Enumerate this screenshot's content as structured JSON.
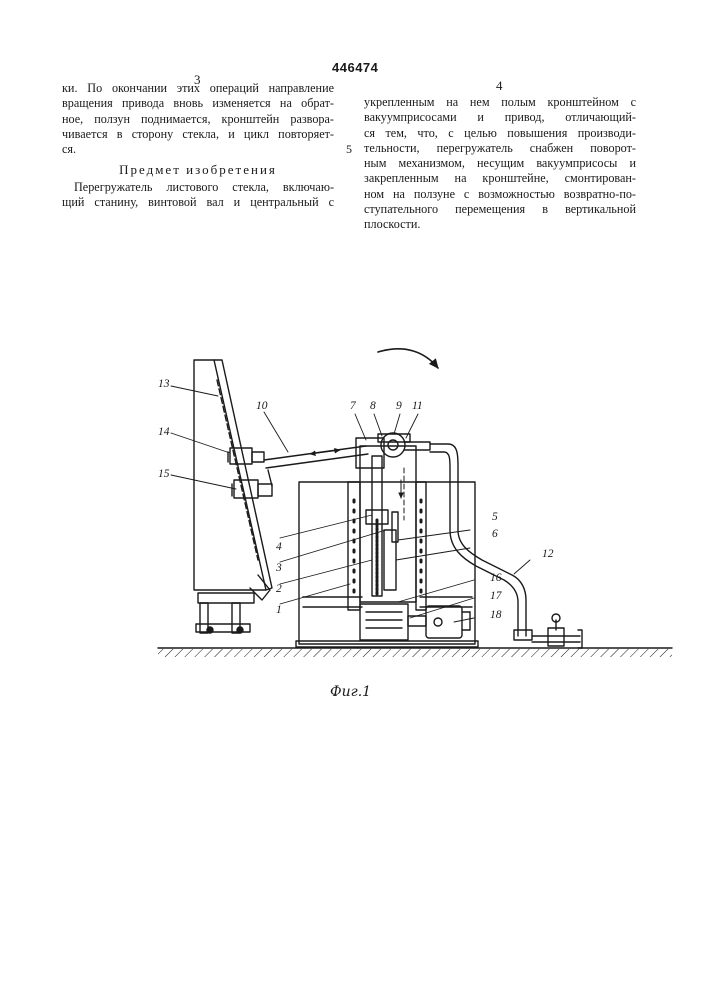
{
  "header": {
    "patent_number": "446474",
    "left_column_number": "3",
    "right_column_number": "4"
  },
  "left_column": {
    "lines": [
      "ки. По окончании этих операций направление",
      "вращения привода вновь изменяется на обрат-",
      "ное, ползун поднимается, кронштейн развора-",
      "чивается в сторону стекла, и цикл повторяет-",
      "ся."
    ],
    "heading": "Предмет изобретения",
    "claim_lines": [
      "Перегружатель листового стекла, включаю-",
      "щий станину, винтовой вал и центральный с"
    ]
  },
  "right_column": {
    "lines": [
      "укрепленным на нем полым кронштейном с",
      "вакуумприсосами и привод, отличающий-",
      "ся тем, что, с целью повышения производи-",
      "тельности, перегружатель снабжен поворот-",
      "ным механизмом, несущим вакуумприсосы и",
      "закрепленным на кронштейне, смонтирован-",
      "ном на ползуне с возможностью возвратно-по-",
      "ступательного перемещения в вертикальной",
      "плоскости."
    ],
    "line_marker": "5"
  },
  "figure": {
    "caption": "Фиг.1",
    "labels": [
      "13",
      "14",
      "15",
      "10",
      "7",
      "8",
      "9",
      "11",
      "5",
      "6",
      "4",
      "3",
      "2",
      "1",
      "12",
      "16",
      "17",
      "18"
    ]
  }
}
